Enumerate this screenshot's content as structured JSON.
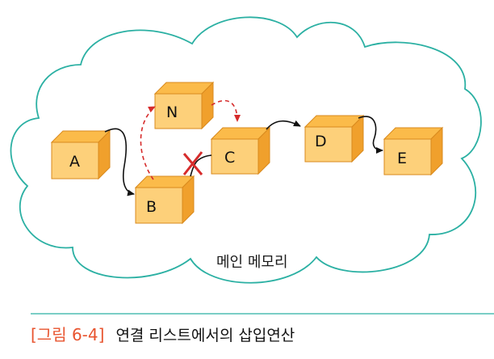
{
  "diagram": {
    "memory_label": "메인 메모리",
    "nodes": [
      {
        "id": "A",
        "label": "A"
      },
      {
        "id": "B",
        "label": "B"
      },
      {
        "id": "C",
        "label": "C"
      },
      {
        "id": "D",
        "label": "D"
      },
      {
        "id": "E",
        "label": "E"
      },
      {
        "id": "N",
        "label": "N"
      }
    ],
    "links": [
      {
        "from": "A",
        "to": "B",
        "style": "solid"
      },
      {
        "from": "B",
        "to": "C",
        "style": "removed"
      },
      {
        "from": "C",
        "to": "D",
        "style": "solid"
      },
      {
        "from": "D",
        "to": "E",
        "style": "solid"
      },
      {
        "from": "B",
        "to": "N",
        "style": "new-dashed"
      },
      {
        "from": "N",
        "to": "C",
        "style": "new-dashed"
      }
    ],
    "colors": {
      "cloud_stroke": "#2bb0a3",
      "box_front": "#fdd07a",
      "box_top": "#fbbb4a",
      "box_side": "#f0a02c",
      "box_stroke": "#d98a1e",
      "link_solid": "#111111",
      "link_new": "#d62b2b",
      "caption_accent": "#e8542f",
      "rule": "#2bb0a3"
    }
  },
  "caption": {
    "number": "[그림 6-4]",
    "text": "연결 리스트에서의 삽입연산"
  }
}
